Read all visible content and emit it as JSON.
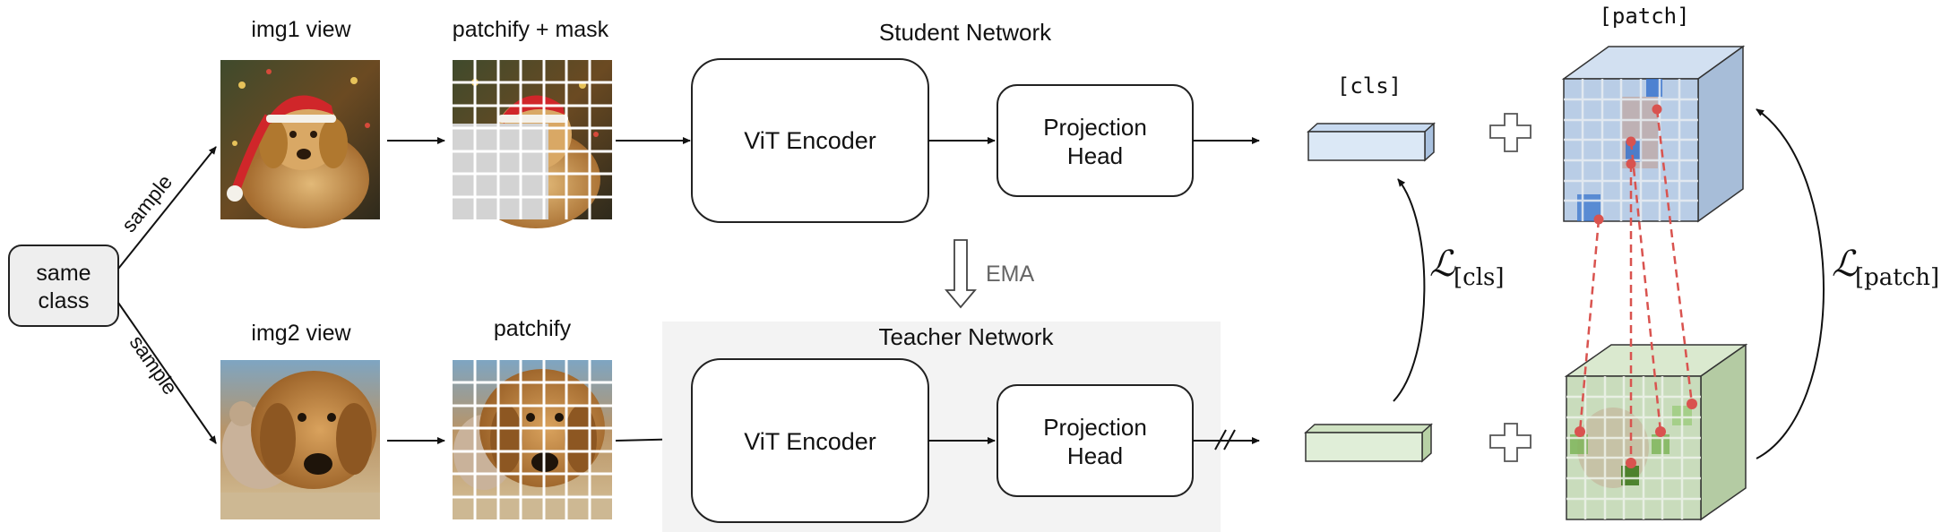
{
  "input": {
    "line1": "same",
    "line2": "class"
  },
  "sample_top": "sample",
  "sample_bottom": "sample",
  "img1_title": "img1 view",
  "img2_title": "img2 view",
  "patchify_mask_title": "patchify + mask",
  "patchify_title": "patchify",
  "student": {
    "title": "Student Network",
    "encoder": "ViT Encoder",
    "head_line1": "Projection",
    "head_line2": "Head"
  },
  "ema_label": "EMA",
  "teacher": {
    "title": "Teacher Network",
    "encoder": "ViT Encoder",
    "head_line1": "Projection",
    "head_line2": "Head"
  },
  "cls_label": "[cls]",
  "patch_label": "[patch]",
  "loss_cls": {
    "symbol": "ℒ",
    "subscript": "[cls]"
  },
  "loss_patch": {
    "symbol": "ℒ",
    "subscript": "[patch]"
  },
  "colors": {
    "student_token": "#dbe8f6",
    "teacher_token": "#e0eed8",
    "student_cube": "#b9cde6",
    "teacher_cube": "#c9dcbc",
    "dashed_link": "#d9534f",
    "mask_gray": "#d3d3d3"
  }
}
